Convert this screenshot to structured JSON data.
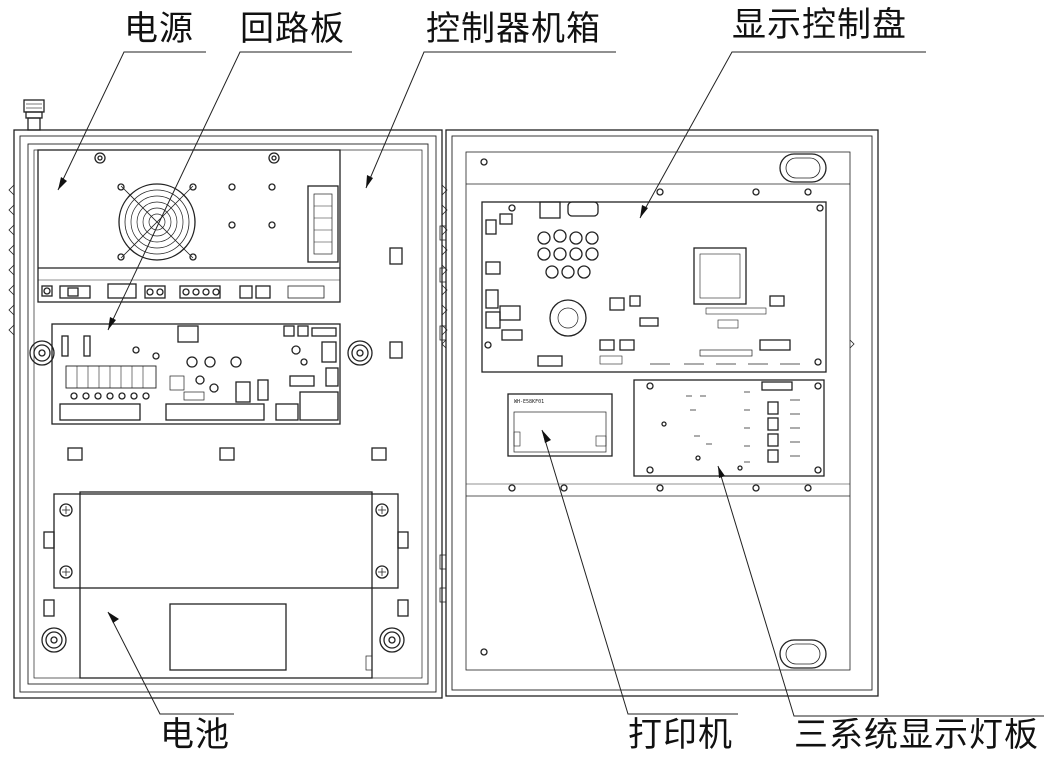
{
  "labels": {
    "power": "电源",
    "loop_board": "回路板",
    "controller_box": "控制器机箱",
    "display_panel": "显示控制盘",
    "battery": "电池",
    "printer": "打印机",
    "three_system_panel": "三系统显示灯板"
  },
  "printer_model": "WH-E58KF01",
  "colors": {
    "line": "#222222",
    "thin": "#555555",
    "background": "#ffffff"
  }
}
